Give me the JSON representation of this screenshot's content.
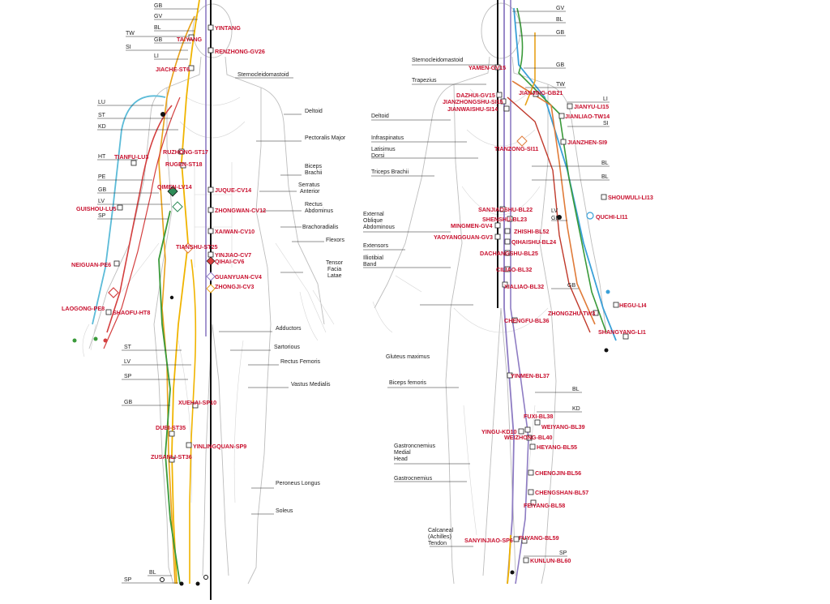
{
  "colors": {
    "GV": "#111111",
    "CV": "#111111",
    "BL": "#8e7cc3",
    "GB": "#e8a21a",
    "ST": "#f0b400",
    "LI": "#3aa0d8",
    "LU": "#5bbbd8",
    "SP": "#3a9a3a",
    "LV": "#2e8b57",
    "HT": "#d43f3f",
    "PE": "#d43f3f",
    "KD": "#e07b39",
    "TW": "#e07b39",
    "SI": "#c0392b",
    "point": "#c8102e"
  },
  "front": {
    "meridian_labels": [
      "GB",
      "GV",
      "BL",
      "TW",
      "GB",
      "SI",
      "LI",
      "LU",
      "ST",
      "KD",
      "HT",
      "PE",
      "GB",
      "LV",
      "SP",
      "ST",
      "LV",
      "SP",
      "GB",
      "BL",
      "SP"
    ],
    "muscle_labels": [
      "Sternocleidomastoid",
      "Deltoid",
      "Pectoralis Major",
      "Biceps Brachii",
      "Serratus Anterior",
      "Rectus Abdominus",
      "Brachoradialis",
      "Flexors",
      "Tensor Facia Latae",
      "Adductors",
      "Sartorious",
      "Rectus Femoris",
      "Vastus Medialis",
      "Peroneus Longus",
      "Soleus"
    ],
    "points": [
      "YINTANG",
      "TAIYANG",
      "RENZHONG-GV26",
      "JIACHE-ST6",
      "RUZHONG-ST17",
      "RUGEN-ST18",
      "TIANFU-LU3",
      "JUQUE-CV14",
      "QIMEN-LV14",
      "ZHONGWAN-CV12",
      "GUISHOU-LU5",
      "XAIWAN-CV10",
      "TIANSHU-ST25",
      "YINJIAO-CV7",
      "QIHAI-CV6",
      "NEIGUAN-PE6",
      "GUANYUAN-CV4",
      "ZHONGJI-CV3",
      "LAOGONG-PE8",
      "SHAOFU-HT8",
      "XUEHAI-SP10",
      "DUBI-ST35",
      "YINLINGQUAN-SP9",
      "ZUSANLI-ST36"
    ]
  },
  "back": {
    "meridian_labels": [
      "GV",
      "BL",
      "GB",
      "GB",
      "TW",
      "LI",
      "SI",
      "BL",
      "BL",
      "LV",
      "GB",
      "GB",
      "BL",
      "KD",
      "SP"
    ],
    "muscle_labels": [
      "Sternocleidomastoid",
      "Trapezius",
      "Deltoid",
      "Infraspinatus",
      "Latisimus Dorsi",
      "Triceps Brachii",
      "External Oblique Abdominous",
      "Extensors",
      "Illiotibial Band",
      "Gluteus maximus",
      "Biceps femoris",
      "Gastroncnemius Medial Head",
      "Gastrocnemius",
      "Calcaneal (Achilles) Tendon"
    ],
    "points": [
      "YAMEN-GV15",
      "DAZHUI-GV15",
      "JIANZHONGSHU-SI15",
      "JIANWAISHU-SI14",
      "JIANJING-GB21",
      "JIANYU-LI15",
      "JIANLIAO-TW14",
      "TIANZONG-SI11",
      "JIANZHEN-SI9",
      "SANJIAOSHU-BL22",
      "SHOUWULI-LI13",
      "QUCHI-LI11",
      "SHENSHU-BL23",
      "MINGMEN-GV4",
      "ZHISHI-BL52",
      "YAOYANGGUAN-GV3",
      "QIHAISHU-BL24",
      "DACHANGSHU-BL25",
      "CILIAO-BL32",
      "XIALIAO-BL32",
      "HEGU-LI4",
      "ZHONGZHU-TW3",
      "CHENGFU-BL36",
      "SHANGYANG-LI1",
      "YINMEN-BL37",
      "FUXI-BL38",
      "WEIYANG-BL39",
      "YINGU-KD10",
      "WEIZHONG-BL40",
      "HEYANG-BL55",
      "CHENGJIN-BL56",
      "CHENGSHAN-BL57",
      "FEIYANG-BL58",
      "SANYINJIAO-SP6",
      "FUYANG-BL59",
      "KUNLUN-BL60"
    ]
  }
}
